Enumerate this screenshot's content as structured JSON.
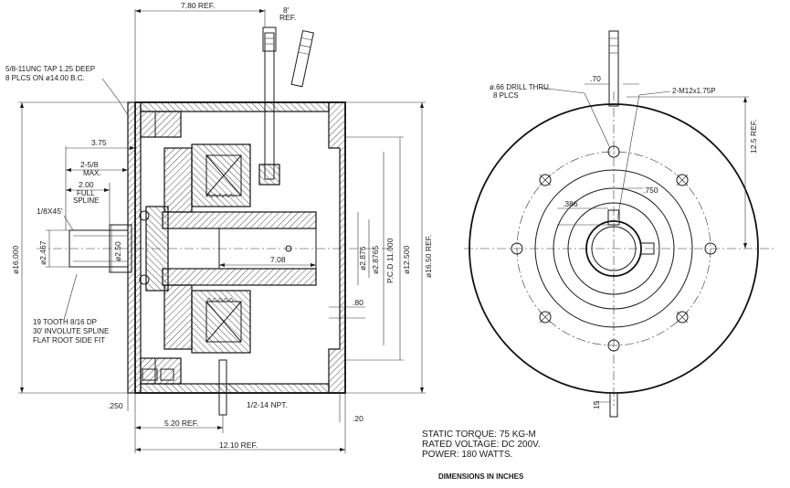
{
  "dimensions_side": {
    "ref_780": "7.80 REF.",
    "ref_8deg": "8'",
    "ref_8deg_ref": "REF.",
    "tap_note_1": "5/8-11UNC TAP 1.25 DEEP",
    "tap_note_2": "8 PLCS ON ø14.00 B.C.",
    "d375": "3.75",
    "d258": "2-5/8",
    "d258_max": "MAX.",
    "d200": "2.00",
    "d200_full": "FULL",
    "d200_spline": "SPLINE",
    "chamfer": "1/8X45'",
    "d16000": "ø16.000",
    "d2467": "ø2.467",
    "d250": "ø2.50",
    "d708": "7.08",
    "d2875": "ø2.875",
    "d28765": "ø2.8765",
    "pcd": "P.C.D 11.000",
    "d12500": "ø12.500",
    "d1650": "ø16.50 REF.",
    "d080": ".80",
    "spline_note_1": "19 TOOTH 8/16 DP",
    "spline_note_2": "30' INVOLUTE SPLINE",
    "spline_note_3": "FLAT ROOT SIDE FIT",
    "npt": "1/2-14 NPT.",
    "d0250": ".250",
    "d520": "5.20 REF.",
    "d020": ".20",
    "d1210": "12.10 REF."
  },
  "dimensions_front": {
    "drill_1": "ø.66 DRILL THRU.",
    "drill_2": "8 PLCS",
    "d070": ".70",
    "tap": "2-M12x1.75P",
    "d125": "12.5 REF.",
    "d0750": ".750",
    "d386": ".386",
    "d15": "15"
  },
  "specs": {
    "torque": "STATIC TORQUE: 75 KG-M",
    "voltage": "RATED VOLTAGE: DC 200V.",
    "power": "POWER: 180 WATTS."
  },
  "footer": {
    "units": "DIMENSIONS IN INCHES"
  }
}
